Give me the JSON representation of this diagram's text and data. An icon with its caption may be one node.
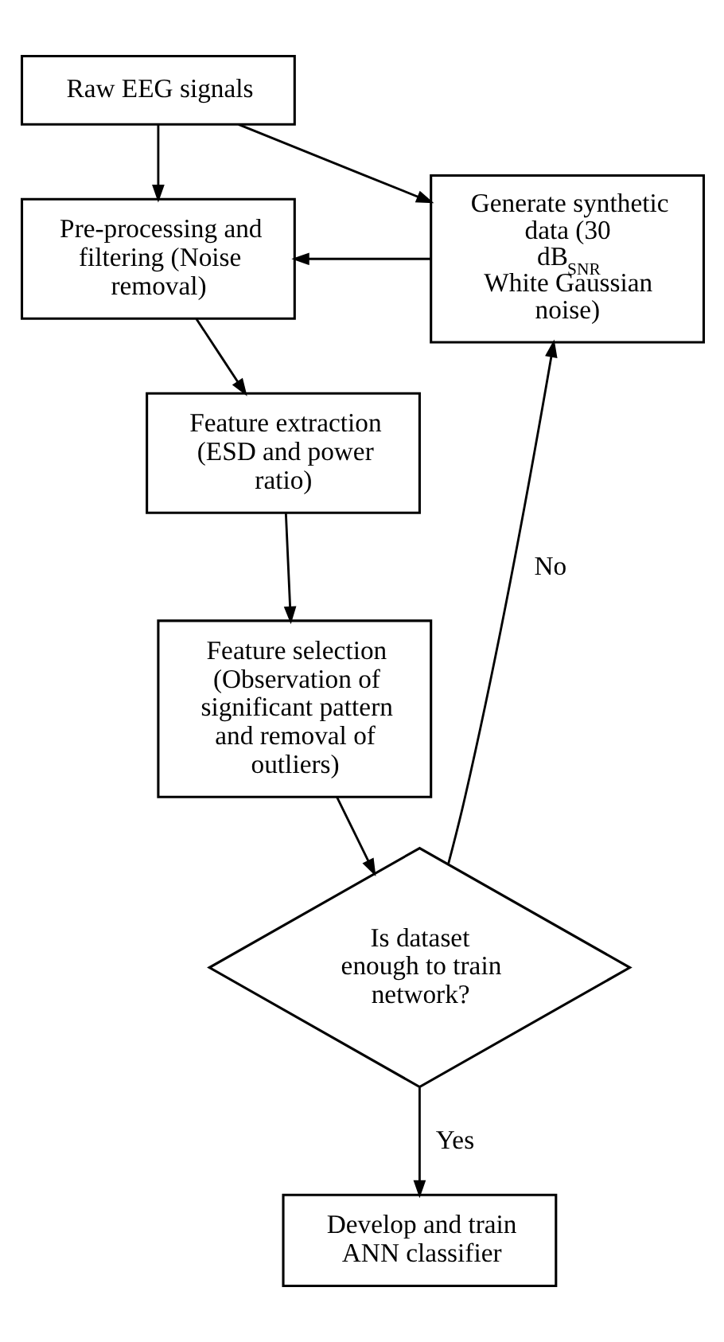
{
  "diagram": {
    "nodes": [
      {
        "text": [
          "Raw EEG signals"
        ]
      },
      {
        "text": [
          "Pre-processing and filtering (Noise removal)"
        ]
      },
      {
        "text": [
          "Feature extraction (ESD and power ratio)"
        ]
      },
      {
        "text": [
          "Feature selection (Observation of significant pattern and removal of outliers)"
        ]
      },
      {
        "text": [
          "Is dataset enough to train network?"
        ]
      },
      {
        "text": [
          "Develop and train ANN classifier"
        ]
      },
      {
        "text": [
          "Generate synthetic data (30 dB$_{SNR}$ White Gaussian noise)"
        ]
      }
    ],
    "edges": [
      {
        "from": 0,
        "to": 1,
        "arrow": "to"
      },
      {
        "from": 0,
        "to": 6,
        "arrow": "to"
      },
      {
        "from": 6,
        "to": 1,
        "arrow": "to"
      },
      {
        "from": 1,
        "to": 2,
        "arrow": "to"
      },
      {
        "from": 2,
        "to": 3,
        "arrow": "to"
      },
      {
        "from": 3,
        "to": 4,
        "arrow": "to"
      },
      {
        "from": 4,
        "to": 6,
        "arrow": "to",
        "label": "No"
      },
      {
        "from": 4,
        "to": 5,
        "arrow": "to",
        "label": "Yes"
      }
    ]
  }
}
